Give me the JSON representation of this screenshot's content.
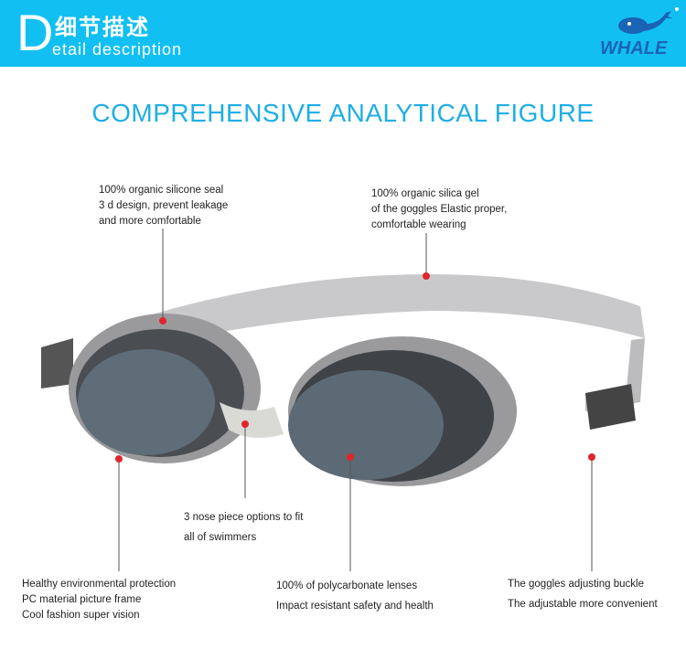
{
  "header": {
    "big_letter": "D",
    "title_cn": "细节描述",
    "title_en": "etail description",
    "logo_text": "WHALE"
  },
  "title": "COMPREHENSIVE ANALYTICAL FIGURE",
  "annotations": {
    "seal": [
      "100% organic silicone seal",
      "3 d design, prevent leakage",
      "and more comfortable"
    ],
    "strap": [
      "100% organic silica gel",
      "of the goggles Elastic proper,",
      "comfortable wearing"
    ],
    "nose": [
      "3 nose piece options to fit",
      "all of swimmers"
    ],
    "frame": [
      "Healthy environmental protection",
      "PC material picture frame",
      "Cool fashion super vision"
    ],
    "lens": [
      "100% of polycarbonate lenses",
      "Impact resistant safety and health"
    ],
    "buckle": [
      "The goggles adjusting buckle",
      "The adjustable more convenient"
    ]
  },
  "colors": {
    "header": "#12bff3",
    "title": "#1eaee6",
    "dot": "#e0262b"
  }
}
